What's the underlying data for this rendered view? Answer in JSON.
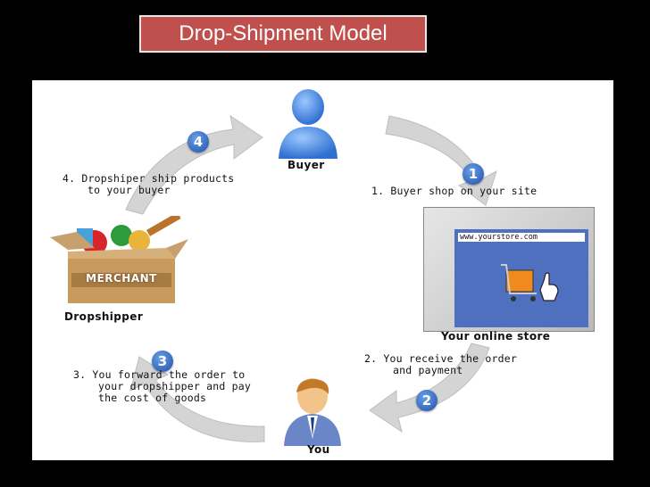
{
  "title": "Drop-Shipment Model",
  "nodes": {
    "buyer": "Buyer",
    "store": "Your online store",
    "you": "You",
    "dropshipper": "Dropshipper",
    "box_label": "MERCHANT",
    "store_url": "www.yourstore.com"
  },
  "steps": [
    {
      "num": "1",
      "line1": "1. Buyer shop on your site",
      "line2": ""
    },
    {
      "num": "2",
      "line1": "2. You receive the order",
      "line2": "and payment"
    },
    {
      "num": "3",
      "line1": "3. You forward the order to",
      "line2": "your dropshipper and pay",
      "line3": "the cost of goods"
    },
    {
      "num": "4",
      "line1": "4. Dropshiper ship products",
      "line2": "to your buyer"
    }
  ],
  "colors": {
    "title_bg": "#c0504d",
    "badge": "#2a5db0",
    "arrow": "#d4d4d4",
    "person_buyer": "#4a8fe0",
    "screen": "#4f6fbf"
  }
}
